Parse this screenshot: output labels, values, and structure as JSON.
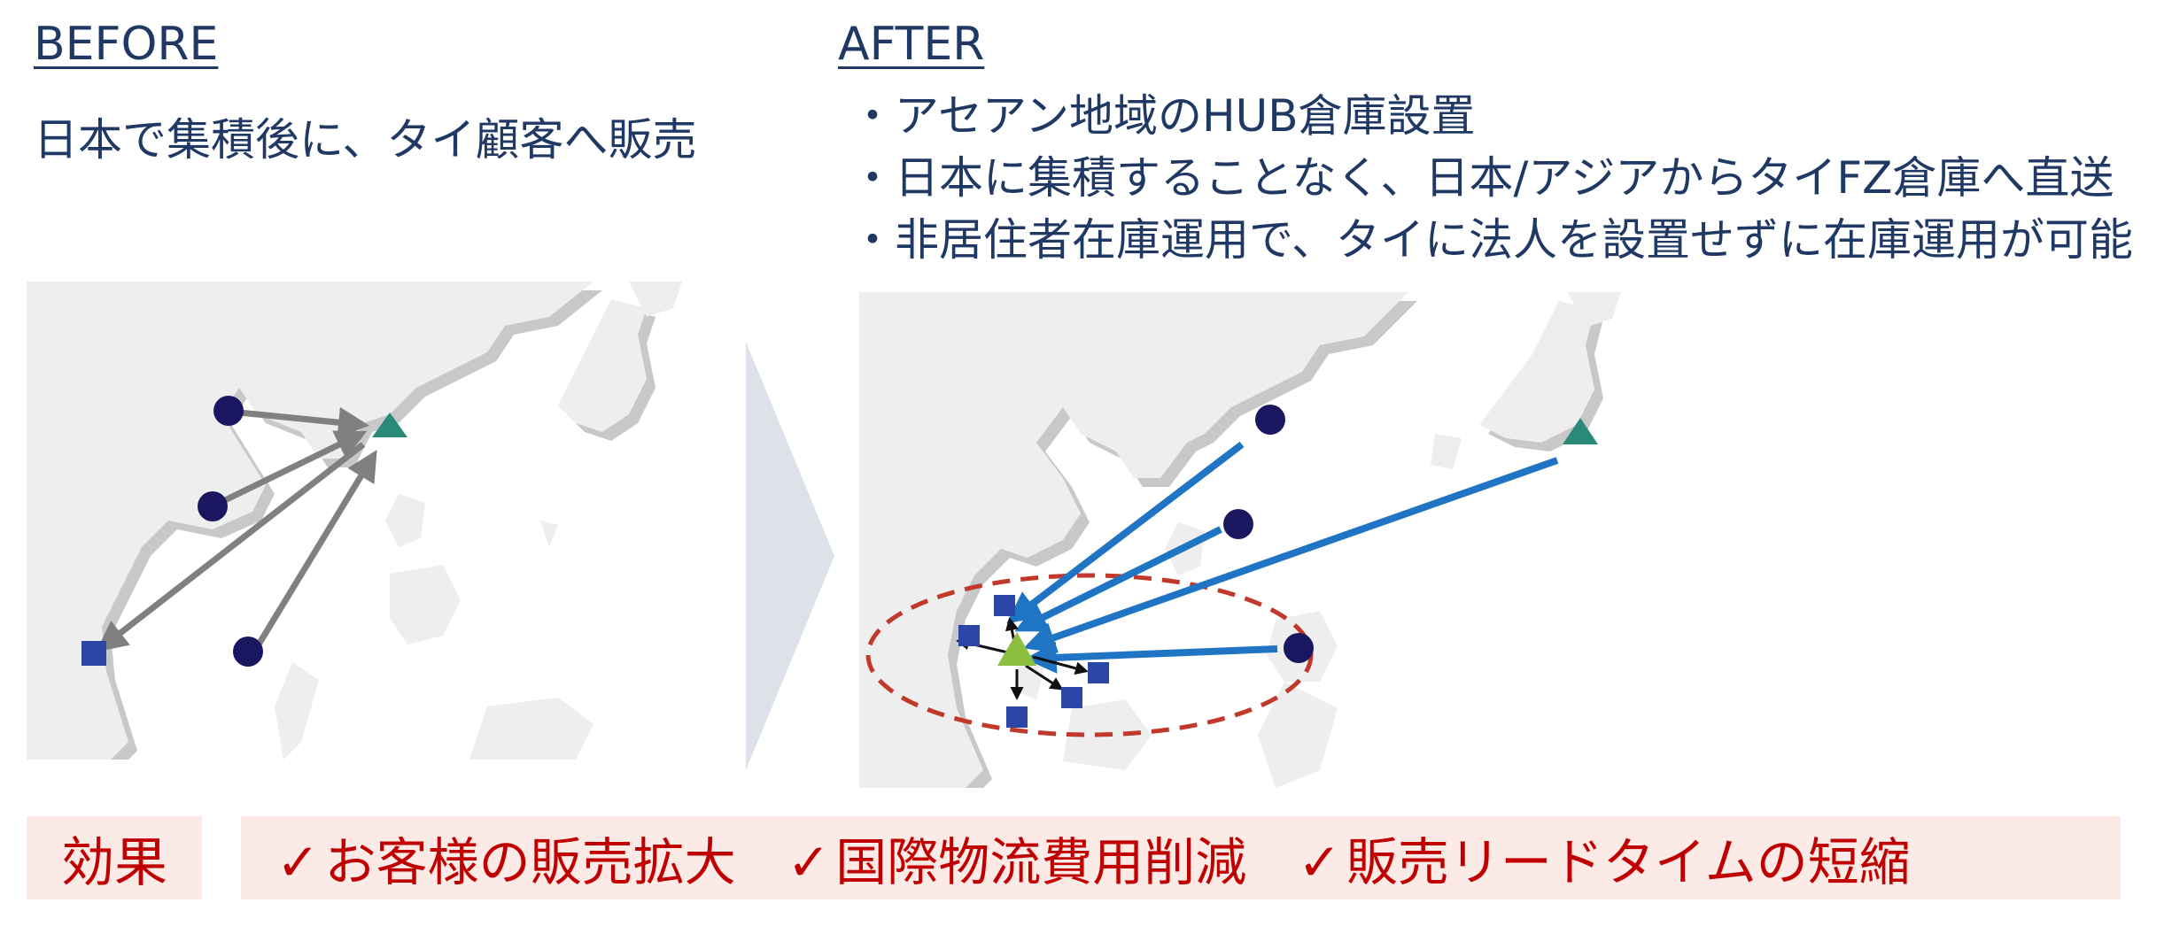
{
  "before": {
    "heading": "BEFORE",
    "description": "日本で集積後に、タイ顧客へ販売"
  },
  "after": {
    "heading": "AFTER",
    "bullets": [
      "アセアン地域のHUB倉庫設置",
      "日本に集積することなく、日本/アジアからタイFZ倉庫へ直送",
      "非居住者在庫運用で、タイに法人を設置せずに在庫運用が可能"
    ]
  },
  "effects": {
    "label": "効果",
    "check_symbol": "✓",
    "items": [
      "お客様の販売拡大",
      "国際物流費用削減",
      "販売リードタイムの短縮"
    ]
  },
  "colors": {
    "heading_text": "#1f3864",
    "accent_red": "#c00000",
    "effects_bg": "#fbeae6",
    "supplier_dot": "#1a1660",
    "customer_square": "#2a47a8",
    "japan_triangle": "#2a8a7a",
    "hub_triangle": "#8cbf3f",
    "before_arrow": "#808080",
    "after_arrow": "#1f74c4",
    "hub_circle": "#c0392b",
    "land": "#eeeeee",
    "land_shadow": "#c8c8c8",
    "chevron": "#dde1e8"
  },
  "icons": {
    "supplier": "circle-icon",
    "customer": "square-icon",
    "japan_origin": "triangle-icon",
    "hub_warehouse": "triangle-icon",
    "transition": "chevron-right-icon"
  }
}
